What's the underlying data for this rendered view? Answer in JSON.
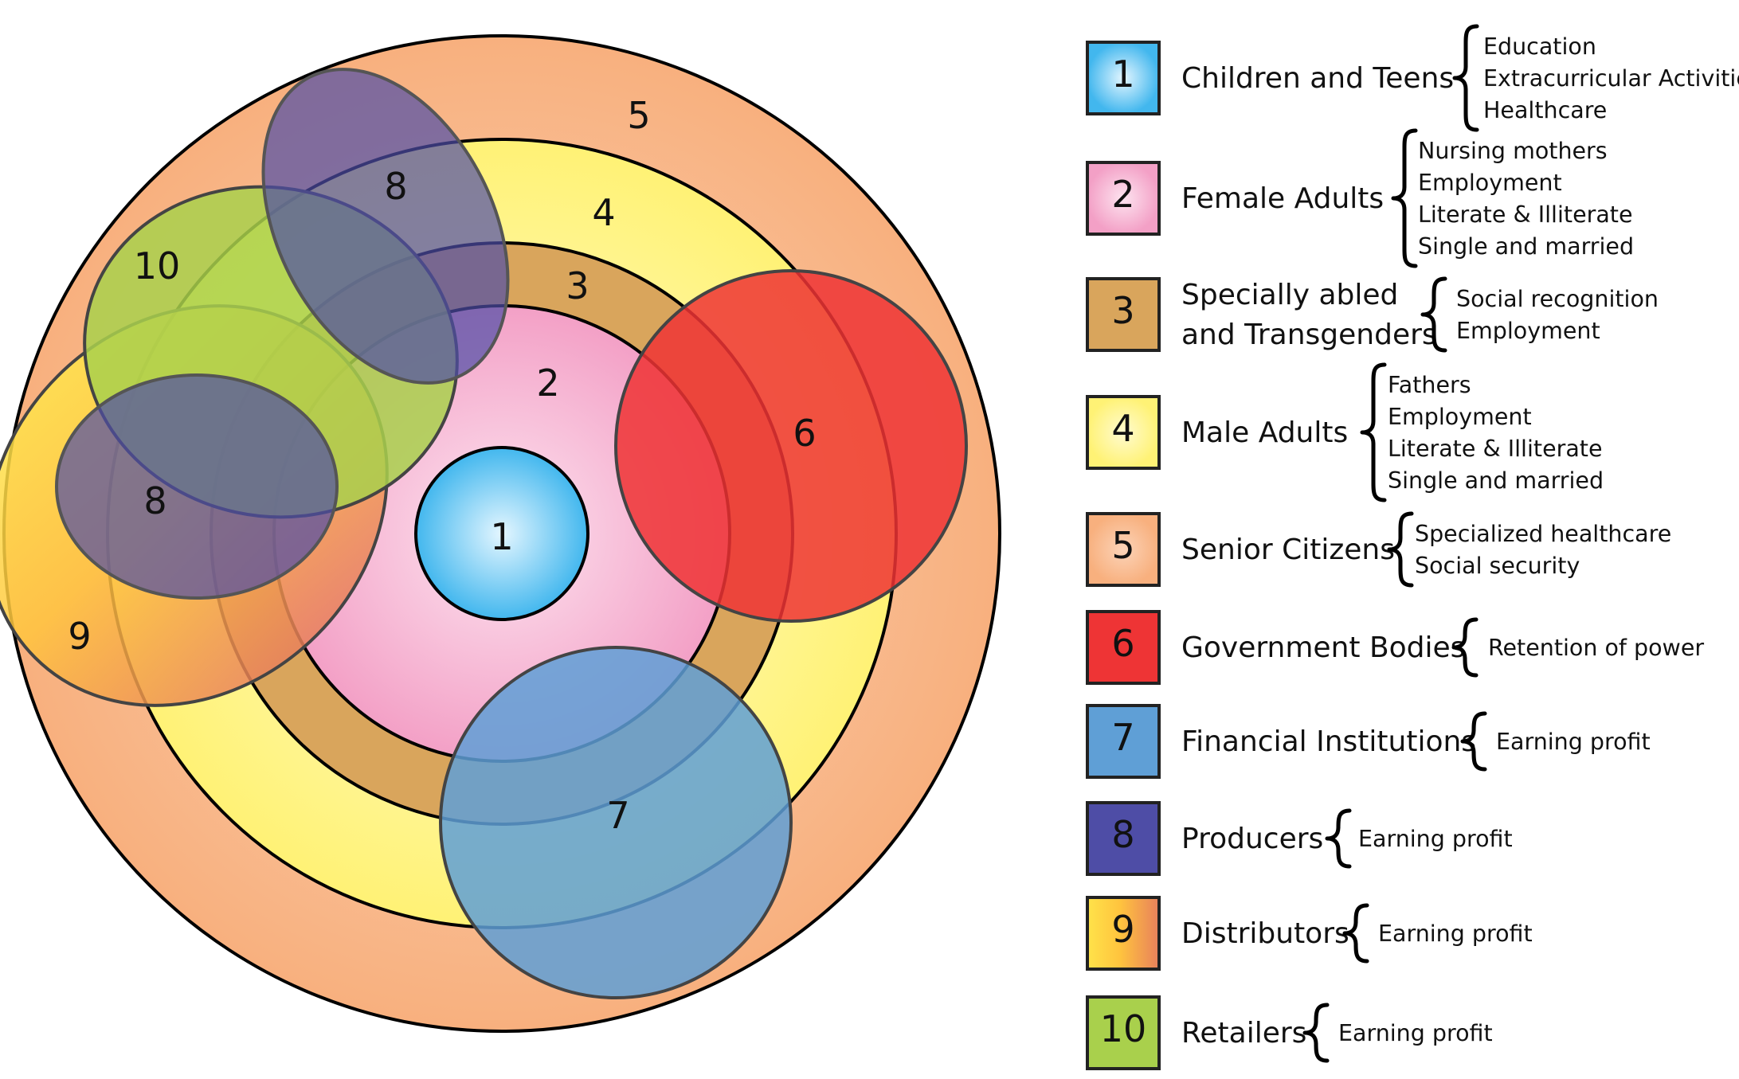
{
  "colors": {
    "g1": "#42b7ee",
    "g2": "#f3a0c6",
    "g3": "#d9a55c",
    "g4": "#fff275",
    "g5": "#f8b07e",
    "g6": "#ee3435",
    "g7": "#5f9fd6",
    "g8": "#4e4da6",
    "g9": "#ffe34a",
    "g9b": "#e8805c",
    "g10": "#a9d04c"
  },
  "diagram": {
    "labels": {
      "n1": "1",
      "n2": "2",
      "n3": "3",
      "n4": "4",
      "n5": "5",
      "n6": "6",
      "n7": "7",
      "n8a": "8",
      "n8b": "8",
      "n9": "9",
      "n10": "10"
    }
  },
  "legend": [
    {
      "num": "1",
      "name": [
        "Children and Teens"
      ],
      "items": [
        "Education",
        "Extracurricular Activities",
        "Healthcare"
      ]
    },
    {
      "num": "2",
      "name": [
        "Female Adults"
      ],
      "items": [
        "Nursing mothers",
        "Employment",
        "Literate & Illiterate",
        "Single and married"
      ]
    },
    {
      "num": "3",
      "name": [
        "Specially abled",
        "and Transgenders"
      ],
      "items": [
        "Social recognition",
        "Employment"
      ]
    },
    {
      "num": "4",
      "name": [
        "Male Adults"
      ],
      "items": [
        "Fathers",
        "Employment",
        "Literate & Illiterate",
        "Single and married"
      ]
    },
    {
      "num": "5",
      "name": [
        "Senior Citizens"
      ],
      "items": [
        "Specialized healthcare",
        "Social security"
      ]
    },
    {
      "num": "6",
      "name": [
        "Government Bodies"
      ],
      "items": [
        "Retention of power"
      ]
    },
    {
      "num": "7",
      "name": [
        "Financial Institutions"
      ],
      "items": [
        "Earning profit"
      ]
    },
    {
      "num": "8",
      "name": [
        "Producers"
      ],
      "items": [
        "Earning profit"
      ]
    },
    {
      "num": "9",
      "name": [
        "Distributors"
      ],
      "items": [
        "Earning profit"
      ]
    },
    {
      "num": "10",
      "name": [
        "Retailers"
      ],
      "items": [
        "Earning profit"
      ]
    }
  ]
}
